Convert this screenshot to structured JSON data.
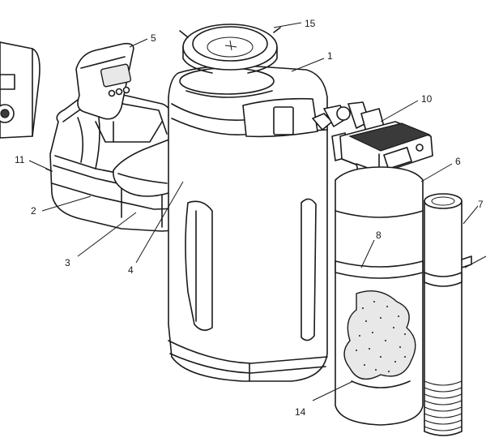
{
  "callouts": [
    {
      "id": "c1",
      "text": "1"
    },
    {
      "id": "c2",
      "text": "2"
    },
    {
      "id": "c3",
      "text": "3"
    },
    {
      "id": "c4",
      "text": "4"
    },
    {
      "id": "c5",
      "text": "5"
    },
    {
      "id": "c6",
      "text": "6"
    },
    {
      "id": "c7",
      "text": "7"
    },
    {
      "id": "c8",
      "text": "8"
    },
    {
      "id": "c10",
      "text": "10"
    },
    {
      "id": "c11",
      "text": "11"
    },
    {
      "id": "c14",
      "text": "14"
    },
    {
      "id": "c15",
      "text": "15"
    }
  ]
}
